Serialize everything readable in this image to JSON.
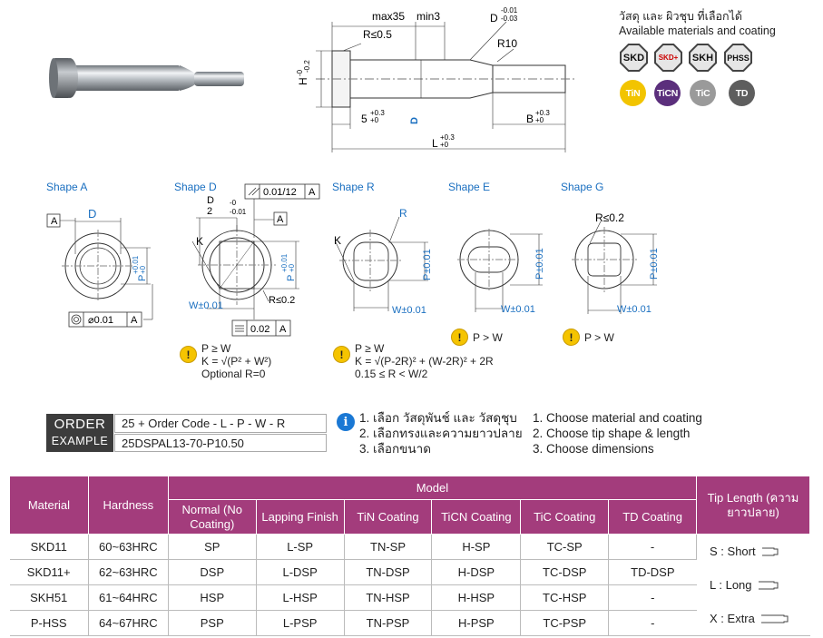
{
  "drawing": {
    "max35": "max35",
    "min3": "min3",
    "d_label": "D",
    "d_tol_upper": "-0.01",
    "d_tol_lower": "-0.03",
    "r05": "R≤0.5",
    "r10": "R10",
    "h_label": "H",
    "h_tol": "-0.2",
    "h_tol0": "-0",
    "five": "5",
    "plus03": "+0.3",
    "plus0": "+0",
    "dt": "D",
    "b_label": "B",
    "l_label": "L"
  },
  "materials": {
    "title_th": "วัสดุ และ ผิวชุบ ที่เลือกได้",
    "title_en": "Available materials and coating",
    "row1": [
      "SKD",
      "SKD+",
      "SKH",
      "PHSS"
    ],
    "row2": [
      {
        "label": "TiN",
        "color": "#f2c400"
      },
      {
        "label": "TiCN",
        "color": "#5b2f7c"
      },
      {
        "label": "TiC",
        "color": "#9a9a9a"
      },
      {
        "label": "TD",
        "color": "#5e5e5e"
      }
    ]
  },
  "shapes": {
    "a": "Shape A",
    "d": "Shape D",
    "r": "Shape R",
    "e": "Shape E",
    "g": "Shape G"
  },
  "shape_labels": {
    "a_box": "A",
    "dt": "D",
    "concentric": "⌀0.01",
    "a_ref": "A",
    "parallel": "0.01/12",
    "d_minus0": "-0",
    "d_minus001": "-0.01",
    "d_num": "D",
    "d_den": "2",
    "k": "K",
    "p_tol": "P",
    "p_plus001": "+0.01",
    "p_plus0": "+0",
    "w_tol": "W±0.01",
    "r02": "R≤0.2",
    "sym": "0.02",
    "r": "R",
    "p_pm": "P±0.01",
    "r_g": "R≤0.2"
  },
  "notes": {
    "d_line1": "P  ≥ W",
    "d_line2": "K = √(P² + W²)",
    "d_line3": "Optional R=0",
    "r_line1": "P  ≥ W",
    "r_line2": "K = √(P-2R)² + (W-2R)² + 2R",
    "r_line3": "0.15 ≤ R < W/2",
    "e_line1": "P > W",
    "g_line1": "P > W"
  },
  "order": {
    "title": "ORDER",
    "subtitle": "EXAMPLE",
    "code": "25 + Order Code - L - P - W - R",
    "example": "25DSPAL13-70-P10.50"
  },
  "steps_th": [
    "1. เลือก วัสดุพันช์ และ วัสดุชุบ",
    "2. เลือกทรงและความยาวปลาย",
    "3. เลือกขนาด"
  ],
  "steps_en": [
    "1. Choose material and coating",
    "2. Choose tip shape & length",
    "3. Choose dimensions"
  ],
  "table": {
    "h_material": "Material",
    "h_hardness": "Hardness",
    "h_model": "Model",
    "h_tip": "Tip Length (ความยาวปลาย)",
    "models": [
      "Normal (No Coating)",
      "Lapping Finish",
      "TiN Coating",
      "TiCN Coating",
      "TiC Coating",
      "TD Coating"
    ],
    "rows": [
      {
        "material": "SKD11",
        "hardness": "60~63HRC",
        "cells": [
          "SP",
          "L-SP",
          "TN-SP",
          "H-SP",
          "TC-SP",
          "-"
        ]
      },
      {
        "material": "SKD11+",
        "hardness": "62~63HRC",
        "cells": [
          "DSP",
          "L-DSP",
          "TN-DSP",
          "H-DSP",
          "TC-DSP",
          "TD-DSP"
        ]
      },
      {
        "material": "SKH51",
        "hardness": "61~64HRC",
        "cells": [
          "HSP",
          "L-HSP",
          "TN-HSP",
          "H-HSP",
          "TC-HSP",
          "-"
        ]
      },
      {
        "material": "P-HSS",
        "hardness": "64~67HRC",
        "cells": [
          "PSP",
          "L-PSP",
          "TN-PSP",
          "H-PSP",
          "TC-PSP",
          "-"
        ]
      }
    ],
    "tips": [
      "S : Short",
      "L : Long",
      "X : Extra"
    ]
  }
}
